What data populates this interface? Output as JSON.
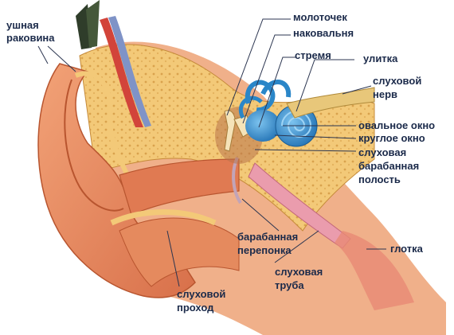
{
  "labels": {
    "ear_auricle": [
      "ушная",
      "раковина"
    ],
    "hammer": "молоточек",
    "anvil": "наковальня",
    "stirrup": "стремя",
    "cochlea": "улитка",
    "auditory_nerve": [
      "слуховой",
      "нерв"
    ],
    "oval_window": "овальное окно",
    "round_window": "круглое окно",
    "tympanic_cavity": [
      "слуховая",
      "барабанная",
      "полость"
    ],
    "eardrum": [
      "барабанная",
      "перепонка"
    ],
    "eustachian_tube": [
      "слуховая",
      "труба"
    ],
    "pharynx": "глотка",
    "ear_canal": [
      "слуховой",
      "проход"
    ]
  },
  "colors": {
    "skin": "#e58a5e",
    "skin_dark": "#c9643a",
    "bone": "#f3c978",
    "cochlea": "#2a86c8",
    "label_text": "#1b2a4a",
    "leader_line": "#2b3550"
  }
}
